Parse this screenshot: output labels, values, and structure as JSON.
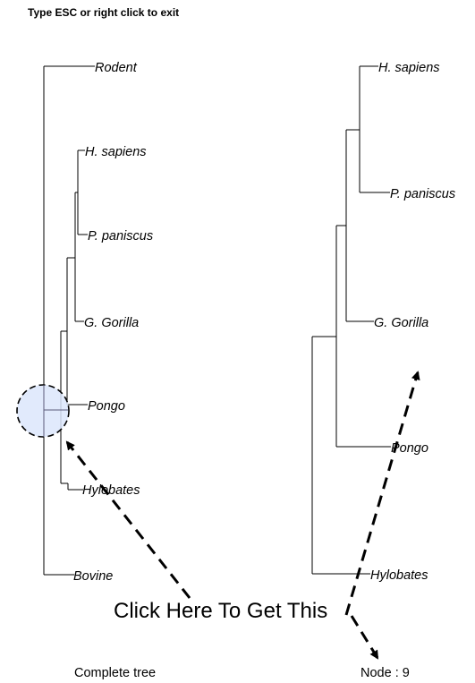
{
  "hint": "Type ESC or right click to exit",
  "instruction": "Click Here To Get This",
  "left_tree": {
    "caption": "Complete tree",
    "leaves": [
      "Rodent",
      "H. sapiens",
      "P. paniscus",
      "G. Gorilla",
      "Pongo",
      "Hylobates",
      "Bovine"
    ]
  },
  "right_tree": {
    "caption": "Node : 9",
    "leaves": [
      "H. sapiens",
      "P. paniscus",
      "G. Gorilla",
      "Pongo",
      "Hylobates"
    ]
  },
  "colors": {
    "selection_fill": "#dce6fb",
    "line": "#000000"
  },
  "icons": [
    "dashed-arrow-icon",
    "selection-circle-icon"
  ]
}
